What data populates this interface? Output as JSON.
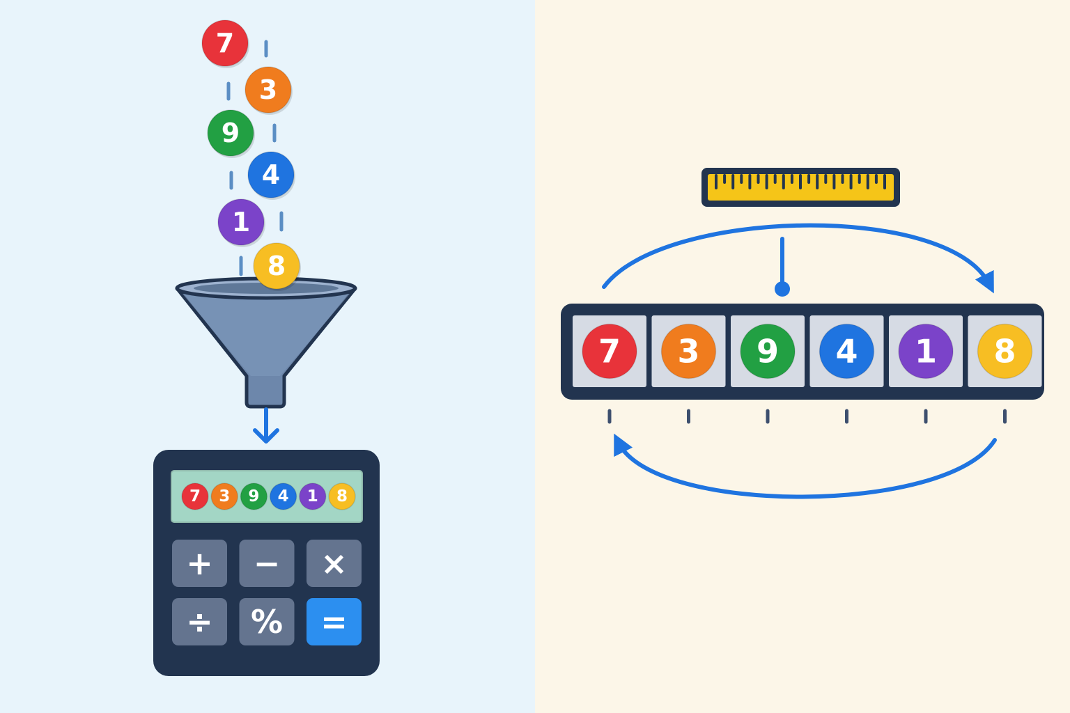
{
  "balls": [
    {
      "label": "7",
      "color": "#e8333a"
    },
    {
      "label": "3",
      "color": "#f07c1e"
    },
    {
      "label": "9",
      "color": "#22a043"
    },
    {
      "label": "4",
      "color": "#1f74e0"
    },
    {
      "label": "1",
      "color": "#7b43c9"
    },
    {
      "label": "8",
      "color": "#f7be23"
    }
  ],
  "calculator": {
    "keys": [
      {
        "symbol": "+",
        "accent": false
      },
      {
        "symbol": "−",
        "accent": false
      },
      {
        "symbol": "×",
        "accent": false
      },
      {
        "symbol": "÷",
        "accent": false
      },
      {
        "symbol": "%",
        "accent": false
      },
      {
        "symbol": "=",
        "accent": true
      }
    ],
    "key_color": "#64748f",
    "accent_color": "#2c8ff0"
  },
  "colors": {
    "left_background": "#e8f4fb",
    "right_background": "#fcf6e8",
    "dark": "#22344f",
    "arrow_blue": "#1f74e0",
    "ruler_yellow": "#f5c518",
    "cell_gray": "#d6dbe4"
  },
  "icons": [
    "funnel-icon",
    "calculator-icon",
    "ruler-icon",
    "pointer-icon",
    "arrow-icon"
  ]
}
